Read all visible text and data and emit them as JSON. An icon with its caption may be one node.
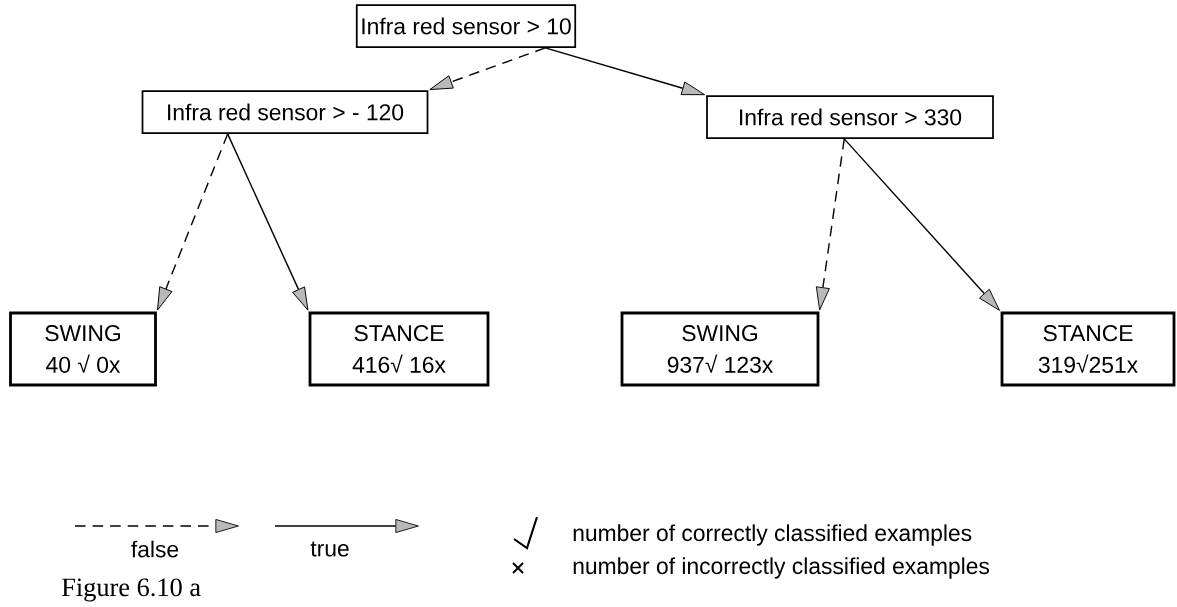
{
  "diagram": {
    "caption": "Figure 6.10 a",
    "nodes": [
      {
        "text": [
          "Infra red sensor > 10"
        ]
      },
      {
        "text": [
          "Infra red sensor > - 120"
        ]
      },
      {
        "text": [
          "Infra red sensor > 330"
        ]
      },
      {
        "text": [
          "SWING",
          "40 √ 0x"
        ]
      },
      {
        "text": [
          "STANCE",
          "416√ 16x"
        ]
      },
      {
        "text": [
          "SWING",
          "937√ 123x"
        ]
      },
      {
        "text": [
          "STANCE",
          "319√251x"
        ]
      }
    ],
    "edges": [
      {
        "from": 0,
        "to": 1,
        "arrow": "to",
        "style": "dashed"
      },
      {
        "from": 0,
        "to": 2,
        "arrow": "to"
      },
      {
        "from": 1,
        "to": 3,
        "arrow": "to",
        "style": "dashed"
      },
      {
        "from": 1,
        "to": 4,
        "arrow": "to"
      },
      {
        "from": 2,
        "to": 5,
        "arrow": "to",
        "style": "dashed"
      },
      {
        "from": 2,
        "to": 6,
        "arrow": "to"
      }
    ],
    "legend": [
      {
        "text": "false"
      },
      {
        "text": "true"
      },
      {
        "text": "number of correctly classified examples"
      },
      {
        "text": "number of incorrectly classified examples"
      }
    ]
  }
}
